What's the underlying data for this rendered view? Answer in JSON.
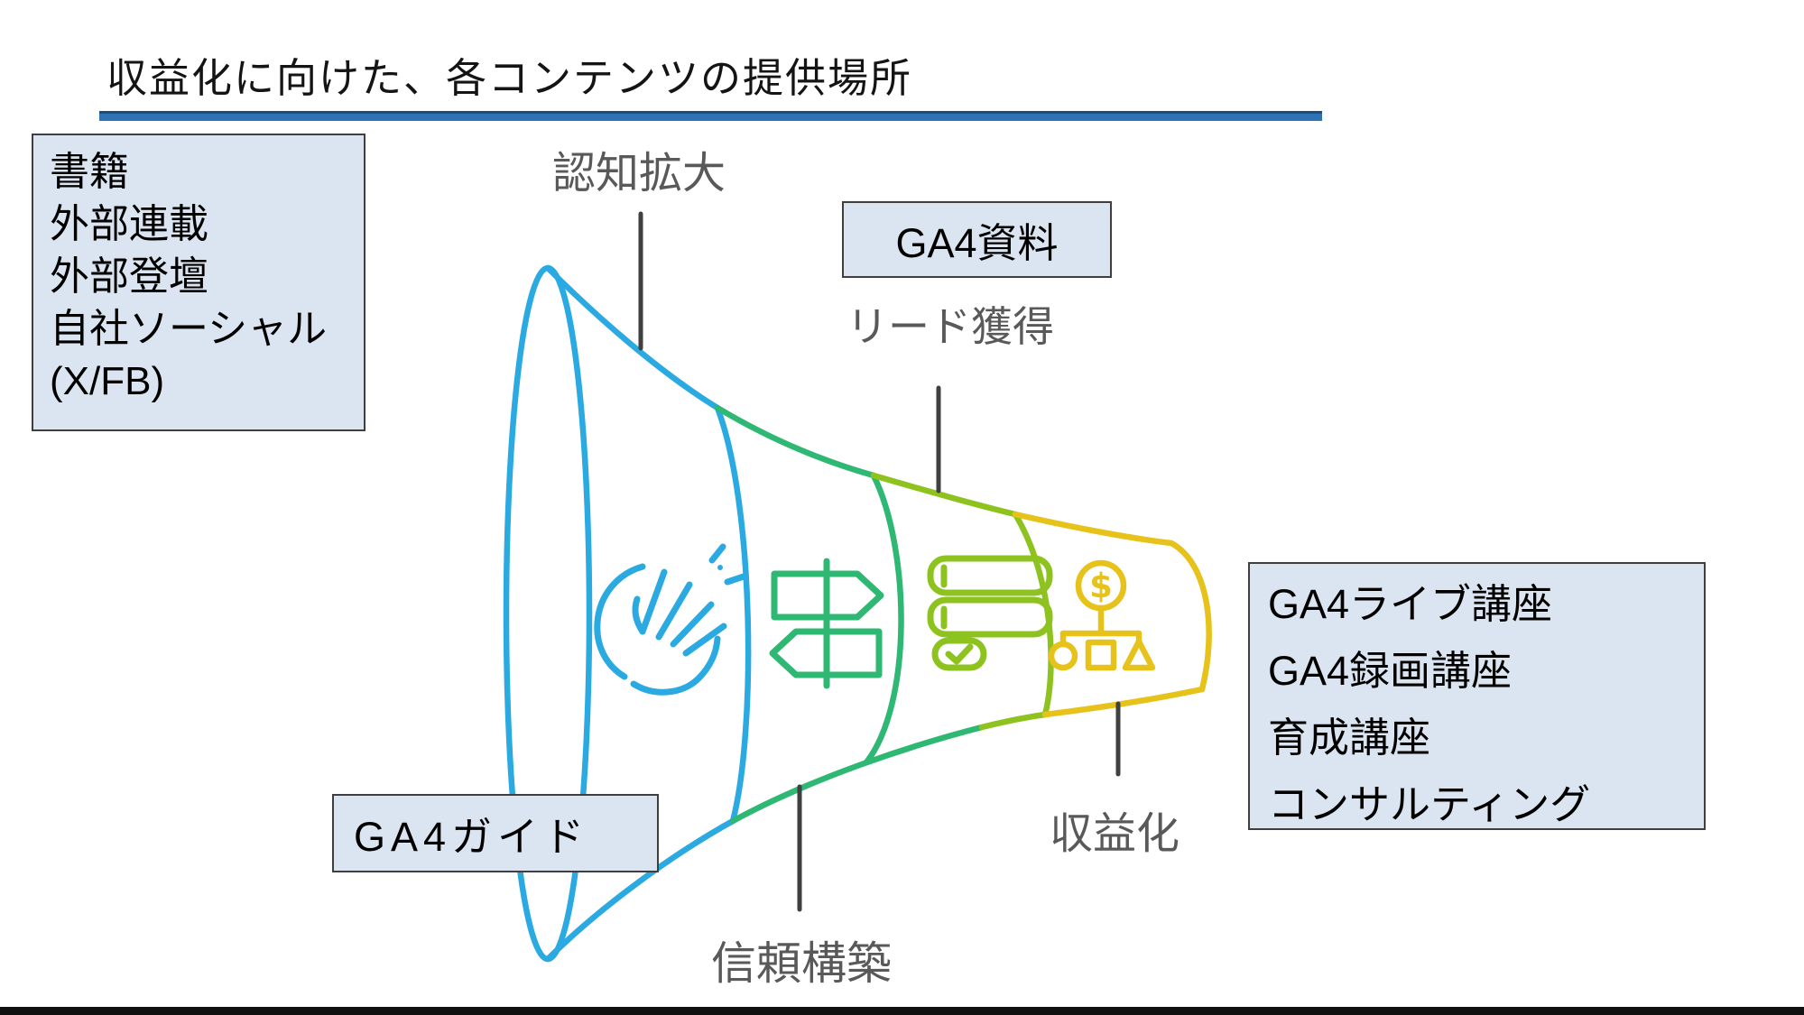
{
  "slide": {
    "title": "収益化に向けた、各コンテンツの提供場所"
  },
  "funnel": {
    "stages": [
      {
        "id": "awareness",
        "label": "認知拡大",
        "color": "#2BAAE2",
        "icon": "clapping-hands-icon",
        "content_box": {
          "lines": [
            "書籍",
            "外部連載",
            "外部登壇",
            "自社ソーシャル",
            "(X/FB)"
          ]
        }
      },
      {
        "id": "trust",
        "label": "信頼構築",
        "color": "#2EB873",
        "icon": "signpost-icon",
        "content_box": {
          "lines": [
            "GA4ガイド"
          ]
        }
      },
      {
        "id": "lead",
        "label": "リード獲得",
        "color": "#8EC31F",
        "icon": "checklist-icon",
        "content_box": {
          "lines": [
            "GA4資料"
          ]
        }
      },
      {
        "id": "revenue",
        "label": "収益化",
        "color": "#E6C21A",
        "icon": "monetization-flow-icon",
        "content_box": {
          "lines": [
            "GA4ライブ講座",
            "GA4録画講座",
            "育成講座",
            "コンサルティング"
          ]
        }
      }
    ],
    "dollar_sign": "$"
  },
  "colors": {
    "accent-underline": "#2E74B5",
    "accent-underline-dark": "#1F4E79",
    "label-gray": "#595959",
    "connector": "#404040",
    "box-fill": "#DBE5F1",
    "box-border": "#3F3F3F"
  }
}
